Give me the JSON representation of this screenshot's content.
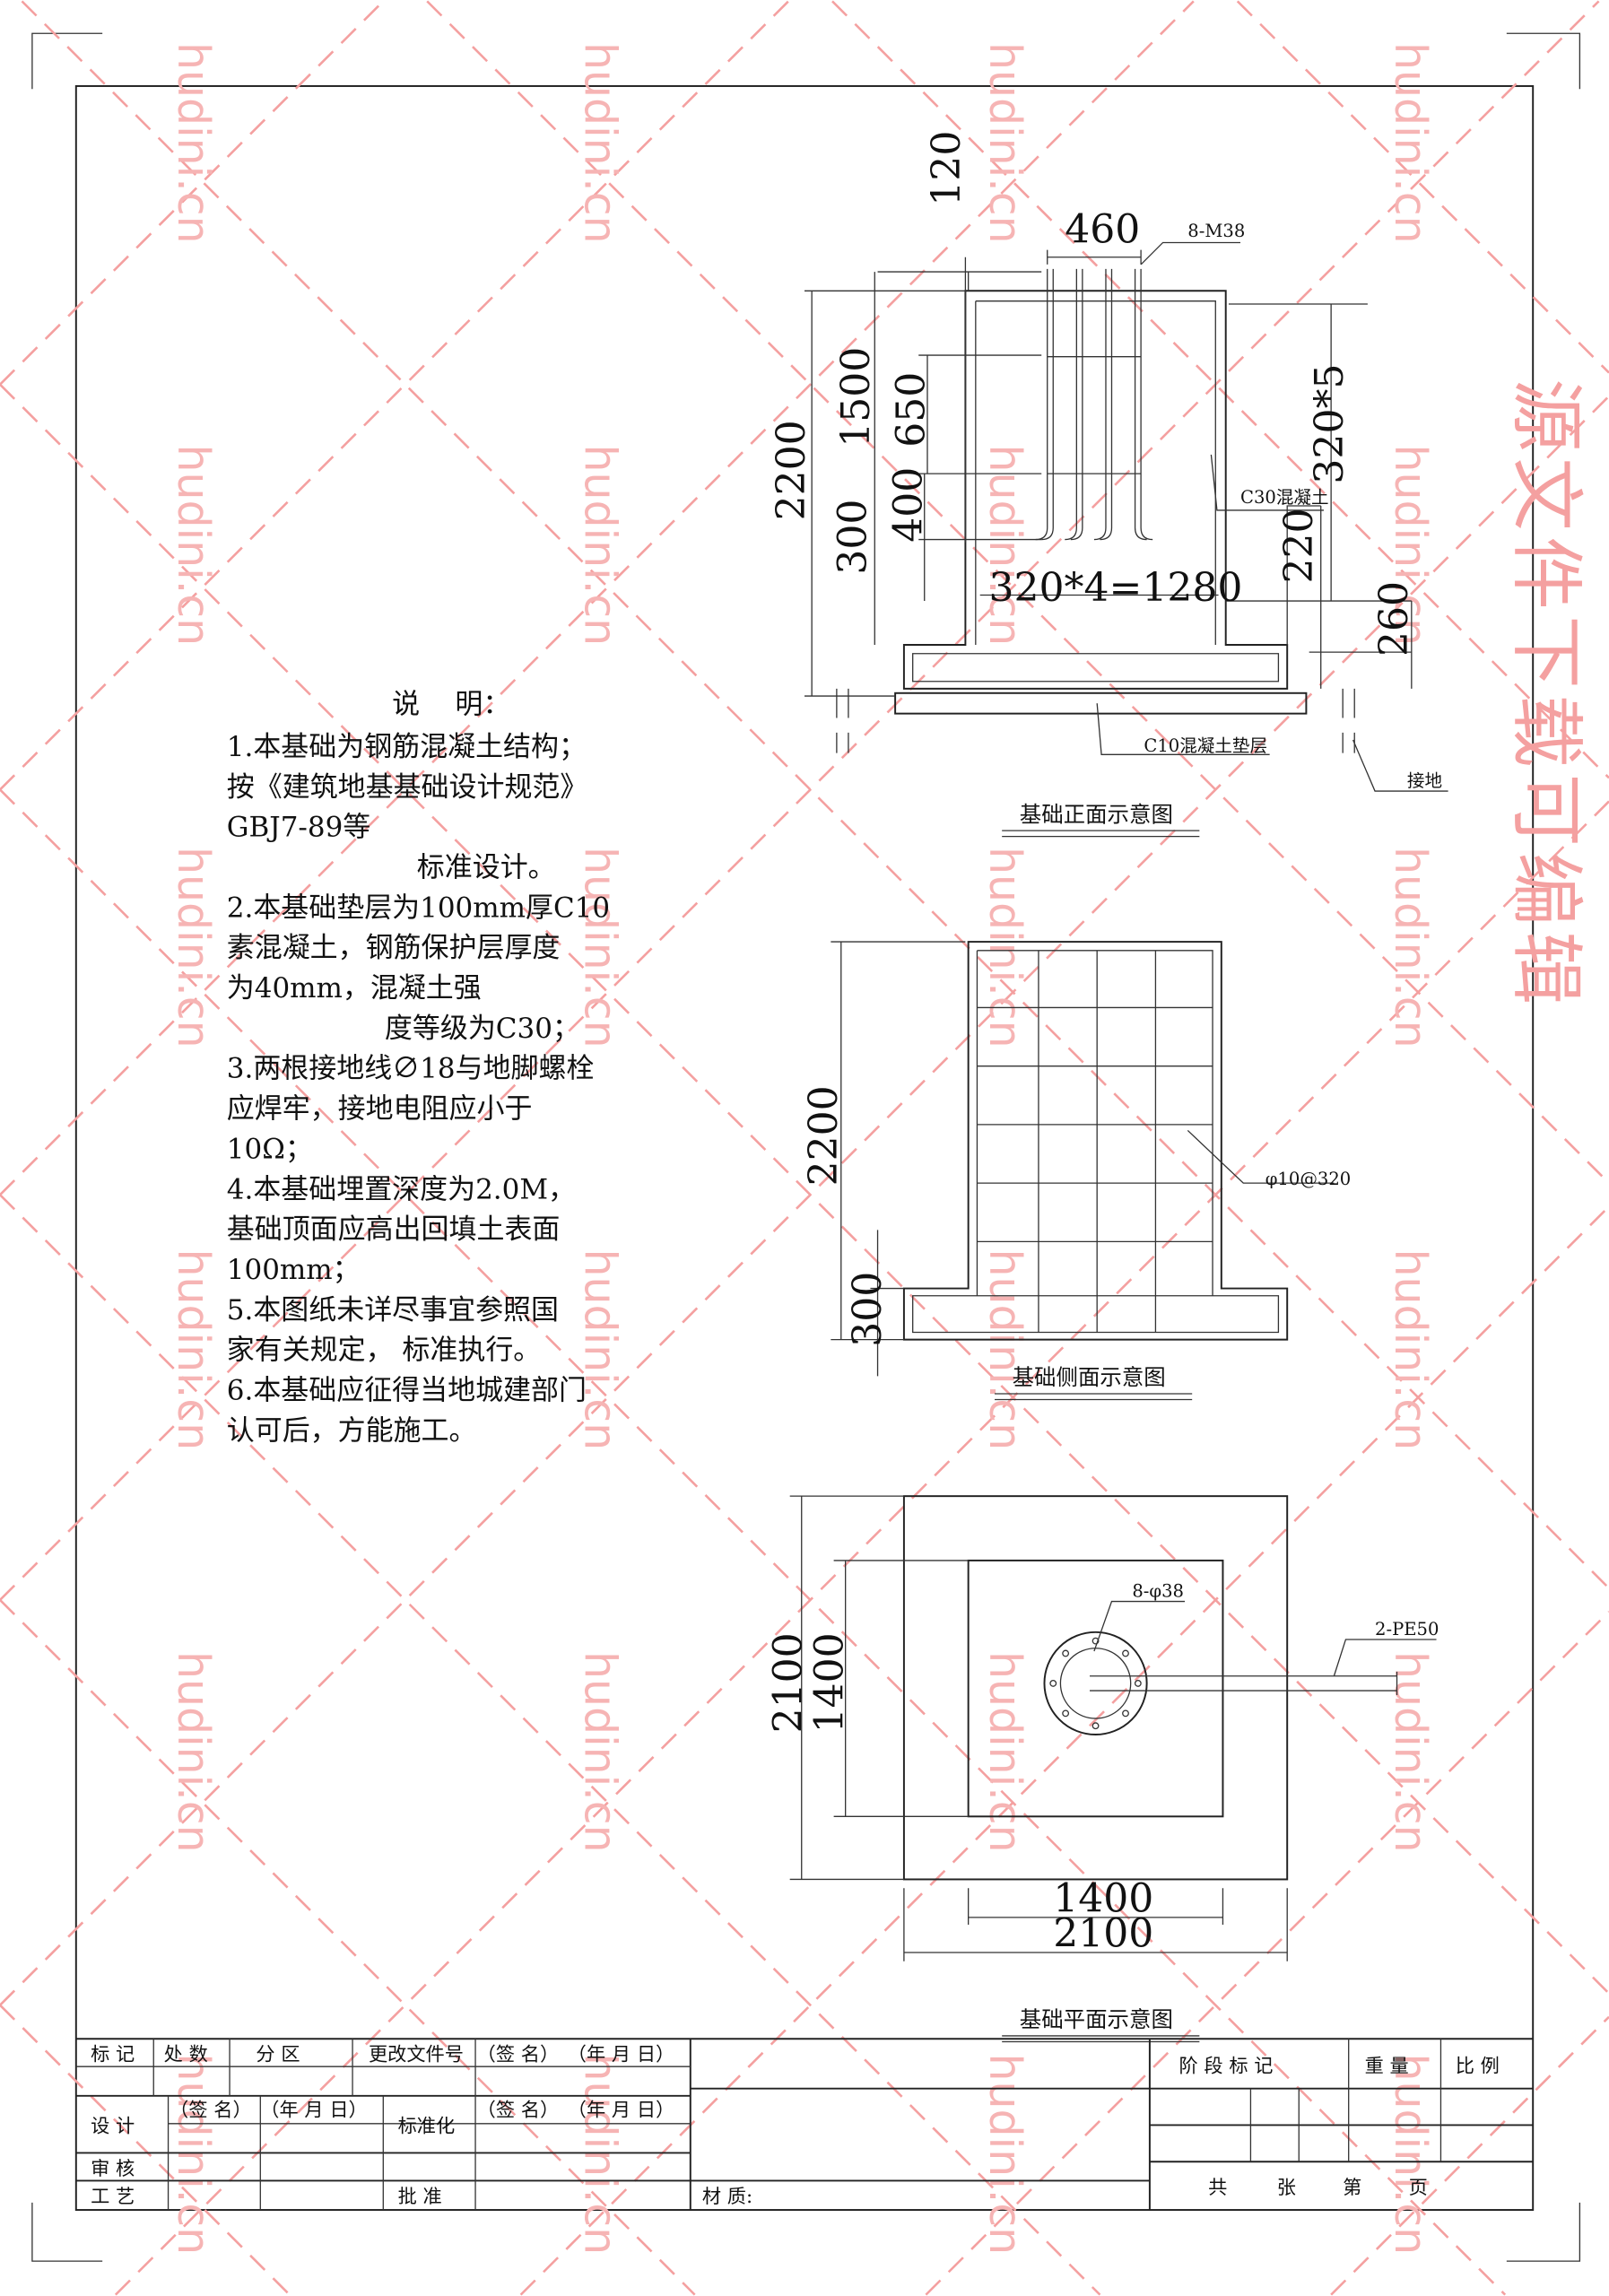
{
  "watermark": {
    "site": "hudini.cn",
    "banner": "源文件下载可编辑",
    "color": "#f4a0a0"
  },
  "notes": {
    "title": "说    明：",
    "lines": [
      "1.本基础为钢筋混凝土结构；",
      "按《建筑地基基础设计规范》",
      "GBJ7-89等",
      "标准设计。",
      "2.本基础垫层为100mm厚C10",
      "素混凝土，钢筋保护层厚度",
      "为40mm，混凝土强",
      "度等级为C30；",
      "3.两根接地线∅18与地脚螺栓",
      "应焊牢，接地电阻应小于",
      "10Ω；",
      "4.本基础埋置深度为2.0M，",
      "基础顶面应高出回填土表面",
      "100mm；",
      "5.本图纸未详尽事宜参照国",
      "家有关规定， 标准执行。",
      "6.本基础应征得当地城建部门",
      "认可后，方能施工。"
    ]
  },
  "front_view": {
    "title": "基础正面示意图",
    "dims": {
      "top": "460",
      "top_height": "120",
      "total": "2200",
      "d1500": "1500",
      "d650": "650",
      "d400": "400",
      "d300": "300",
      "spacing_h": "320*4=1280",
      "spacing_v": "320*5",
      "d220": "220",
      "d260": "260"
    },
    "labels": {
      "bolts": "8-M38",
      "concrete": "C30混凝土",
      "cushion": "C10混凝土垫层",
      "ground": "接地"
    }
  },
  "side_view": {
    "title": "基础侧面示意图",
    "dims": {
      "total": "2200",
      "d300": "300"
    },
    "labels": {
      "rebar": "φ10@320"
    }
  },
  "plan_view": {
    "title": "基础平面示意图",
    "dims": {
      "outer_v": "2100",
      "inner_v": "1400",
      "inner_h": "1400",
      "outer_h": "2100"
    },
    "labels": {
      "holes": "8-φ38",
      "pipes": "2-PE50"
    }
  },
  "title_block": {
    "mark": "标 记",
    "count": "处 数",
    "zone": "分 区",
    "change_doc": "更改文件号",
    "sign": "（签 名）",
    "date": "（年 月 日）",
    "design": "设 计",
    "standard": "标准化",
    "review": "审 核",
    "craft": "工 艺",
    "approve": "批 准",
    "material": "材 质:",
    "stage_mark": "阶 段 标 记",
    "weight": "重 量",
    "scale": "比 例",
    "total": "共",
    "sheets": "张",
    "no": "第",
    "page": "页"
  }
}
